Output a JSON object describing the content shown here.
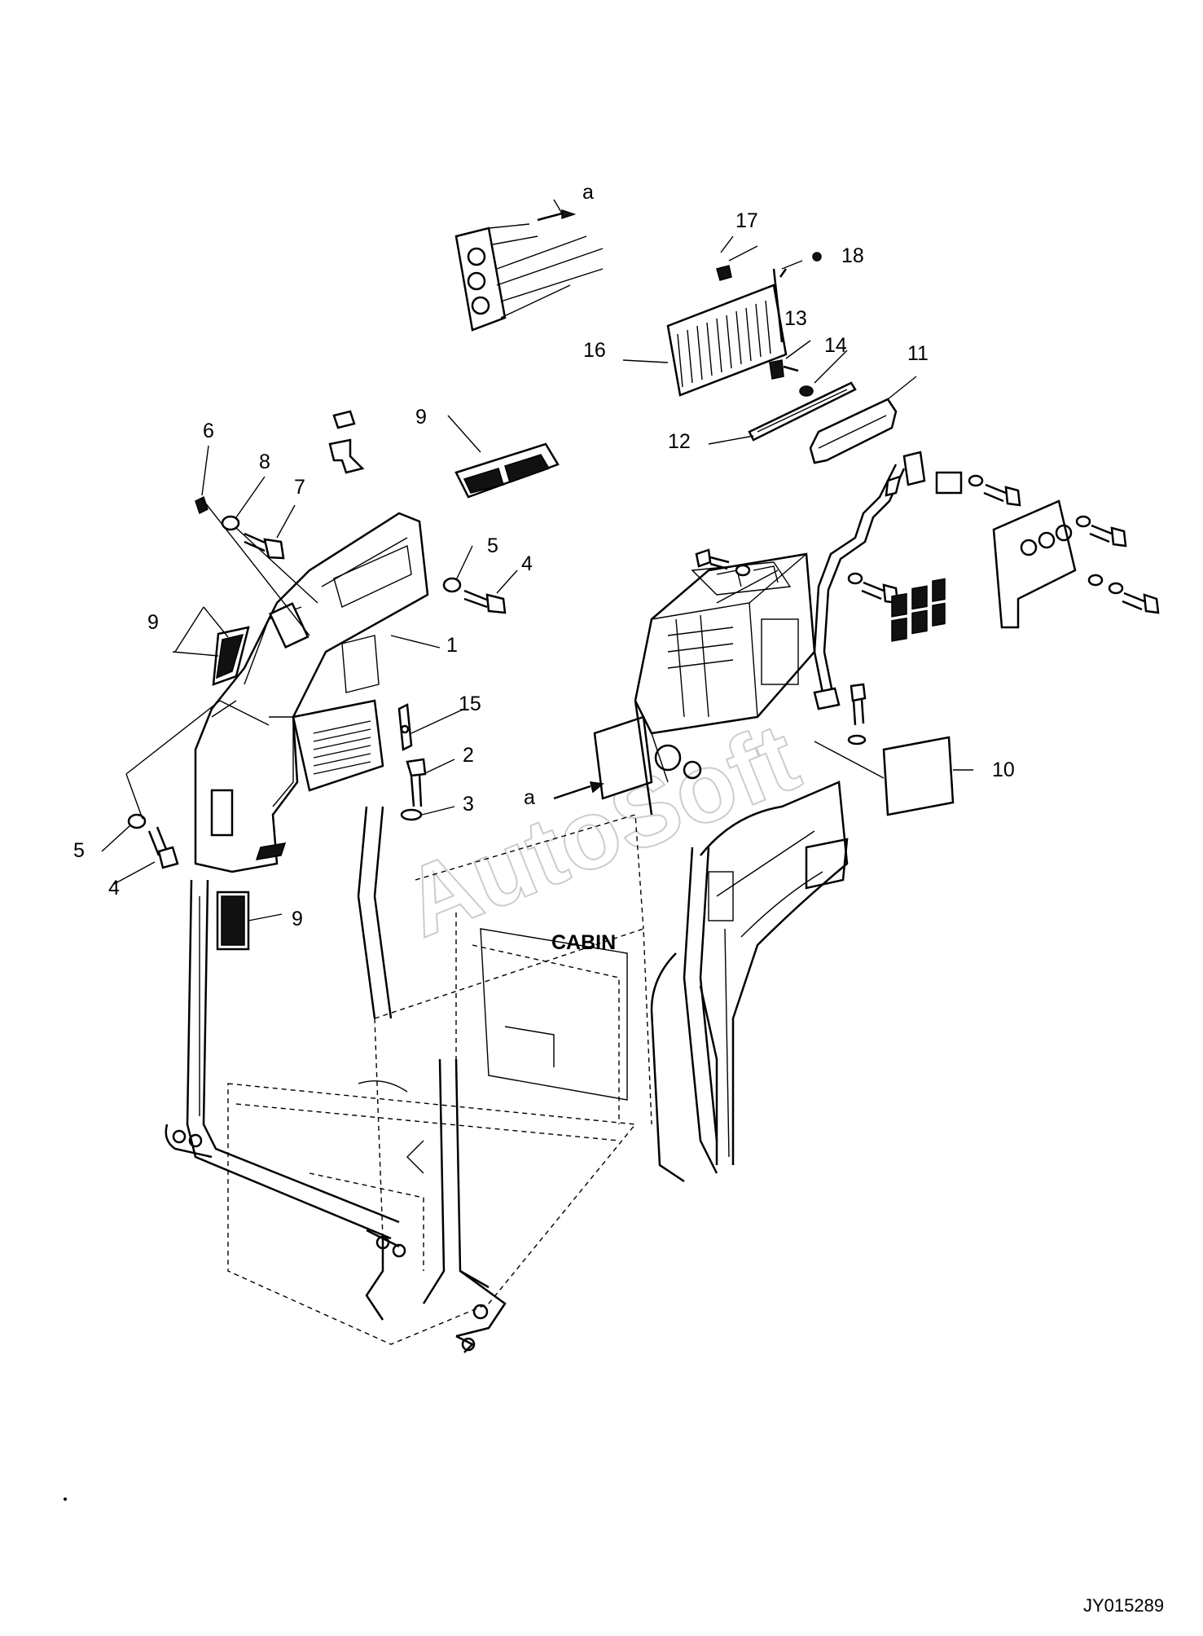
{
  "diagram": {
    "center_label": "CABIN",
    "drawing_code": "JY015289",
    "watermark": "AutoSoft",
    "callouts": [
      "1",
      "2",
      "3",
      "4",
      "4",
      "5",
      "5",
      "6",
      "7",
      "8",
      "9",
      "9",
      "9",
      "10",
      "11",
      "12",
      "13",
      "14",
      "15",
      "16",
      "17",
      "18",
      "a",
      "a"
    ]
  }
}
